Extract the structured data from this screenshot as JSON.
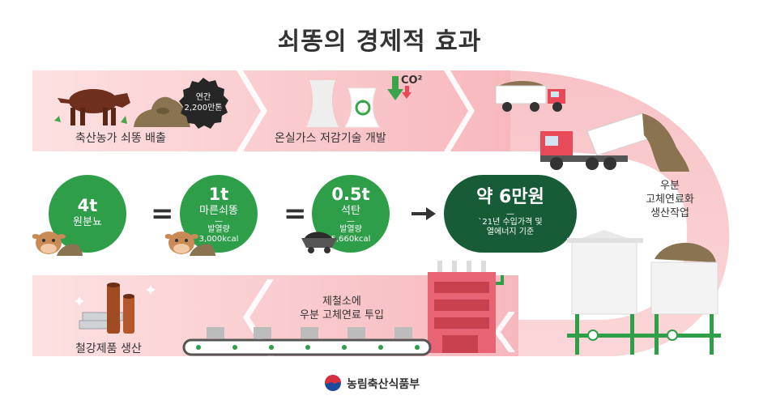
{
  "title": "쇠똥의 경제적 효과",
  "badge": {
    "line1": "연간",
    "line2": "2,200만톤"
  },
  "co2_label": "CO²",
  "top_row": {
    "step1": "축산농가 쇠똥 배출",
    "step2": "온실가스 저감기술 개발"
  },
  "right_label": {
    "line1": "우분",
    "line2": "고체연료화",
    "line3": "생산작업"
  },
  "equation": {
    "c1": {
      "value": "4t",
      "name": "원분뇨"
    },
    "c2": {
      "value": "1t",
      "name": "마른쇠똥",
      "dash": "—",
      "sub1": "발열량",
      "sub2": "3,000kcal"
    },
    "c3": {
      "value": "0.5t",
      "name": "석탄",
      "dash": "—",
      "sub1": "발열량",
      "sub2": "5,660kcal"
    },
    "c4": {
      "value": "약 6만원",
      "dash": "—",
      "sub1": "`21년 수입가격 및",
      "sub2": "열에너지 기준"
    }
  },
  "bottom_row": {
    "steel": "철강제품 생산",
    "mill_line1": "제철소에",
    "mill_line2": "우분 고체연료 투입"
  },
  "ministry": "농림축산식품부",
  "colors": {
    "pink_band": "#f9c9cc",
    "green": "#2e9e49",
    "dark_green": "#175c37",
    "red_truck": "#e84a5a"
  }
}
